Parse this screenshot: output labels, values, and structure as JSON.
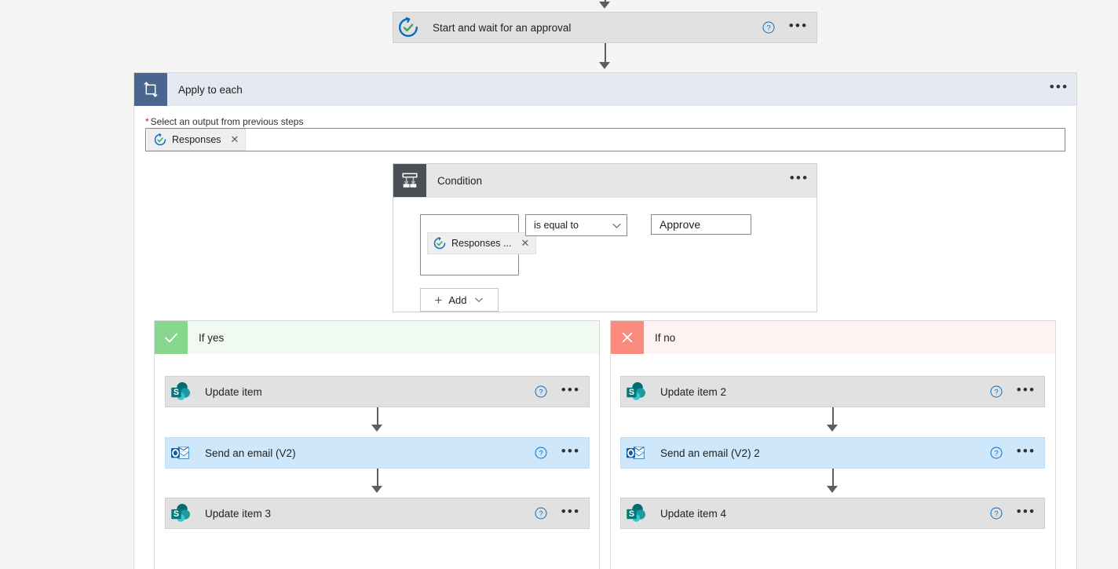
{
  "flow": {
    "trigger_step": {
      "title": "Start and wait for an approval",
      "icon": "approval-icon",
      "help": "help-icon",
      "menu": "more-options-icon"
    },
    "apply_to_each": {
      "title": "Apply to each",
      "icon": "loop-icon",
      "menu": "more-options-icon",
      "field_required_marker": "*",
      "field_label": "Select an output from previous steps",
      "token": {
        "label": "Responses",
        "icon": "approval-icon",
        "remove": "✕"
      }
    },
    "condition": {
      "title": "Condition",
      "icon": "condition-icon",
      "menu": "more-options-icon",
      "operand_token": {
        "label": "Responses ...",
        "icon": "approval-icon",
        "remove": "✕"
      },
      "operator": "is equal to",
      "operator_chevron": "chevron-down-icon",
      "value": "Approve",
      "add_button": {
        "plus": "+",
        "label": "Add",
        "chevron": "chevron-down-icon"
      }
    },
    "branches": [
      {
        "id": "yes",
        "label": "If yes",
        "badge_icon": "check-icon",
        "badge_color": "#86d68d",
        "header_color": "#f1faf1",
        "actions": [
          {
            "title": "Update item",
            "icon": "sharepoint-icon",
            "style": "gray",
            "help": "help-icon",
            "menu": "more-options-icon"
          },
          {
            "title": "Send an email (V2)",
            "icon": "outlook-icon",
            "style": "blue",
            "help": "help-icon",
            "menu": "more-options-icon"
          },
          {
            "title": "Update item 3",
            "icon": "sharepoint-icon",
            "style": "gray",
            "help": "help-icon",
            "menu": "more-options-icon"
          }
        ]
      },
      {
        "id": "no",
        "label": "If no",
        "badge_icon": "close-icon",
        "badge_color": "#f98b7f",
        "header_color": "#fdf3f2",
        "actions": [
          {
            "title": "Update item 2",
            "icon": "sharepoint-icon",
            "style": "gray",
            "help": "help-icon",
            "menu": "more-options-icon"
          },
          {
            "title": "Send an email (V2) 2",
            "icon": "outlook-icon",
            "style": "blue",
            "help": "help-icon",
            "menu": "more-options-icon"
          },
          {
            "title": "Update item 4",
            "icon": "sharepoint-icon",
            "style": "gray",
            "help": "help-icon",
            "menu": "more-options-icon"
          }
        ]
      }
    ]
  },
  "colors": {
    "page_background": "#f5f5f5",
    "card_gray": "#e1e1e1",
    "card_blue": "#cfe7fa",
    "scope_header_blue": "#e3e8f1",
    "scope_icon_blue": "#4a6590",
    "condition_icon_gray": "#4b4f56",
    "yes_green": "#86d68d",
    "no_red": "#f98b7f",
    "connector": "#605e5c",
    "required_red": "#a4262c",
    "help_blue": "#0078d4",
    "sharepoint_teal": "#036c70",
    "outlook_blue": "#0072c6"
  },
  "ellipsis_glyph": "•••"
}
